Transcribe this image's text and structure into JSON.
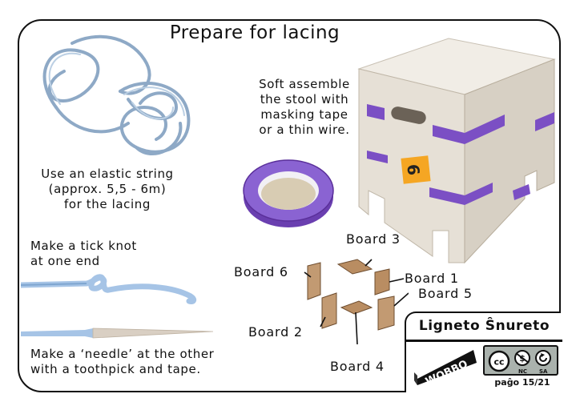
{
  "page": {
    "title": "Prepare for lacing",
    "string_caption": "Use an elastic string\n(approx. 5,5 - 6m)\nfor the lacing",
    "assemble_caption": "Soft assemble\nthe stool with\nmasking tape\nor a thin wire.",
    "knot_caption": "Make a tick knot\nat one end",
    "needle_caption": "Make a ‘needle’ at the other\nwith a toothpick and tape.",
    "box_label": "6"
  },
  "boards": {
    "board_1": "Board 1",
    "board_2": "Board 2",
    "board_3": "Board 3",
    "board_4": "Board 4",
    "board_5": "Board 5",
    "board_6": "Board 6"
  },
  "brand": {
    "name": "Ligneto Ŝnureto",
    "logo_text": "WOBBO",
    "license_nc": "NC",
    "license_sa": "SA",
    "page_number": "paĝo 15/21"
  },
  "colors": {
    "tape_purple": "#7b4fc4",
    "string_blue": "#9fbbd8",
    "wood": "#ece6dc",
    "plywood_brown": "#b98d62",
    "tag_orange": "#f5a623"
  }
}
